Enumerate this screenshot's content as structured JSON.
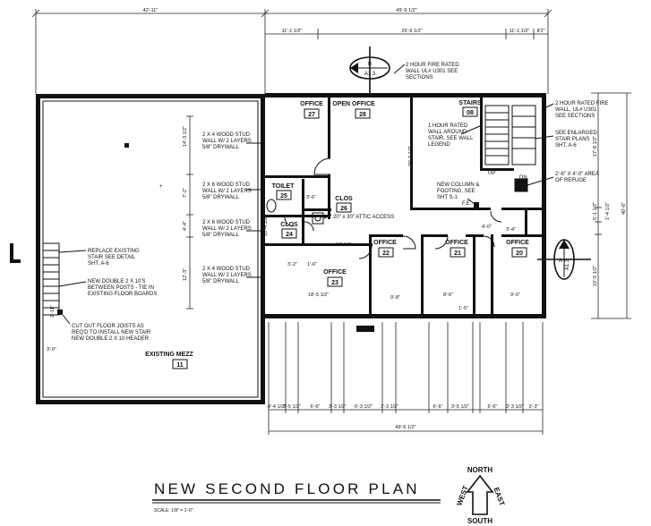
{
  "title": "NEW SECOND FLOOR PLAN",
  "scale": "SCALE: 1/8\" = 1'-0\"",
  "north_arrow": {
    "north": "NORTH",
    "south": "SOUTH",
    "east": "EAST",
    "west": "WEST"
  },
  "rooms": {
    "office27": {
      "name": "OFFICE",
      "number": "27"
    },
    "open_office28": {
      "name": "OPEN OFFICE",
      "number": "28"
    },
    "stairs08": {
      "name": "STAIRS",
      "number": "08"
    },
    "toilet25": {
      "name": "TOILET",
      "number": "25"
    },
    "clos26": {
      "name": "CLOS",
      "number": "26"
    },
    "clos24": {
      "name": "CLOS",
      "number": "24"
    },
    "office22": {
      "name": "OFFICE",
      "number": "22"
    },
    "office21": {
      "name": "OFFICE",
      "number": "21"
    },
    "office20": {
      "name": "OFFICE",
      "number": "20"
    },
    "office23": {
      "name": "OFFICE",
      "number": "23"
    },
    "mezz11": {
      "name": "EXISTING MEZZ",
      "number": "11"
    }
  },
  "section_marks": {
    "b": {
      "letter": "B",
      "sheet": "A1.3"
    },
    "a": {
      "letter": "A",
      "sheet": "A1.3"
    }
  },
  "notes": {
    "fire_wall_1": [
      "2 HOUR FIRE RATED",
      "WALL UL# U301 SEE",
      "SECTIONS"
    ],
    "fire_wall_2": [
      "2 HOUR RATED FIRE",
      "WALL, UL# U301",
      "SEE SECTIONS"
    ],
    "stair_wall": [
      "1 HOUR RATED",
      "WALL AROUND",
      "STAIR, SEE WALL",
      "LEGEND"
    ],
    "stair_plans": [
      "SEE ENLARGED",
      "STAIR PLANS",
      "SHT. A-6"
    ],
    "refuge": [
      "2'-6\" X 4'-0\" AREA",
      "OF REFUGE"
    ],
    "column": [
      "NEW COLUMN &",
      "FOOTING, SEE",
      "SHT S-1"
    ],
    "wall1": [
      "2 X 4 WOOD STUD",
      "WALL W/ 2 LAYERS",
      "5/8\" DRYWALL"
    ],
    "wall2": [
      "2 X 6 WOOD STUD",
      "WALL W/ 2 LAYERS",
      "5/8\" DRYWALL"
    ],
    "wall3": [
      "2 X 6 WOOD STUD",
      "WALL W/ 2 LAYERS",
      "5/8\" DRYWALL"
    ],
    "wall4": [
      "2 X 4 WOOD STUD",
      "WALL W/ 2 LAYERS",
      "5/8\" DRYWALL"
    ],
    "replace_stair": [
      "REPLACE EXISTING",
      "STAIR SEE DETAIL",
      "SHT. A-6"
    ],
    "double_2x10": [
      "NEW DOUBLE 2 X 10'S",
      "BETWEEN POSTS - TIE IN",
      "EXISTING FLOOR BOARDS"
    ],
    "cut_joists": [
      "CUT OUT FLOOR JOISTS AS",
      "REQ'D TO INSTALL NEW STAIR",
      "NEW DOUBLE 2 X 10 HEADER"
    ],
    "attic": "20\" x 30\" ATTIC ACCESS",
    "fe": "F.E.",
    "up": "UP",
    "dn": "DN"
  },
  "dimensions": {
    "top_left": "42'-11\"",
    "top_right": "49'-9 1/2\"",
    "top_sub_1": "11'-1 1/2\"",
    "top_sub_2": "26'-9 1/2\"",
    "top_sub_3": "11'-1 1/2\"",
    "top_sub_4": "8'2\"",
    "bottom_total": "49'-6 1/2\"",
    "bottom_segments": [
      "4'-4 1/2\"",
      "3'-5 1/2\"",
      "6'-6\"",
      "3'-3 1/2\"",
      "6'-3 1/2\"",
      "3'-3 1/2\"",
      "6'-6\"",
      "3'-5 1/2\"",
      "6'-6\"",
      "3'-3 1/2\"",
      "3'-3\""
    ],
    "right_total": "40'-6\"",
    "right_segments": [
      "17'-8 1/2\"",
      "5'-1 1/2\"",
      "1'-4 1/2\"",
      "15'-5 1/2\""
    ],
    "left_vertical": [
      "14'-3 1/2\"",
      "7'-2\"",
      "4'-4\"",
      "12'-3\""
    ],
    "mezz_edge": "3'-0\"",
    "side_small": "2'-11\"",
    "misc": [
      "20'-7 1/2\"",
      "10'-10\"",
      "3'-6\"",
      "3'-2\"",
      "1'-6\"",
      "18'-5 1/2\"",
      "9'-8\"",
      "8'-6\"",
      "9'-0\"",
      "4'-0\"",
      "1'-5\"",
      "3'-4\"",
      "10'-4 1/2\""
    ]
  }
}
